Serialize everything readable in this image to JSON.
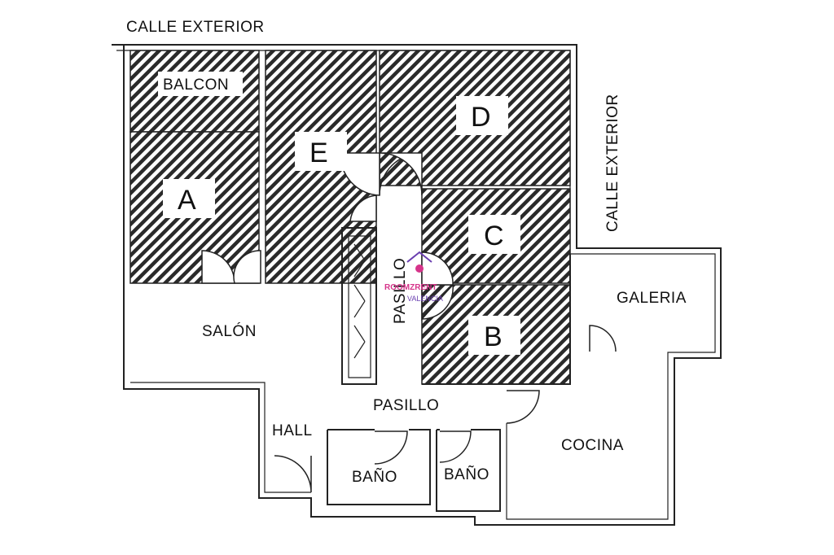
{
  "labels": {
    "street_top": "CALLE EXTERIOR",
    "street_right": "CALLE EXTERIOR",
    "balcon": "BALCON",
    "room_a": "A",
    "room_b": "B",
    "room_c": "C",
    "room_d": "D",
    "room_e": "E",
    "salon": "SALÓN",
    "pasillo_vertical": "PASILLO",
    "pasillo": "PASILLO",
    "hall": "HALL",
    "bano_1": "BAÑO",
    "bano_2": "BAÑO",
    "cocina": "COCINA",
    "galeria": "GALERIA"
  },
  "watermark": {
    "line1": "ROOMZRENT",
    "line2": "VALENCIA"
  },
  "colors": {
    "walls": "#222222",
    "hatch": "#2a2a2a",
    "background": "#ffffff",
    "watermark_pink": "#d6348a",
    "watermark_purple": "#6a3fb0"
  }
}
